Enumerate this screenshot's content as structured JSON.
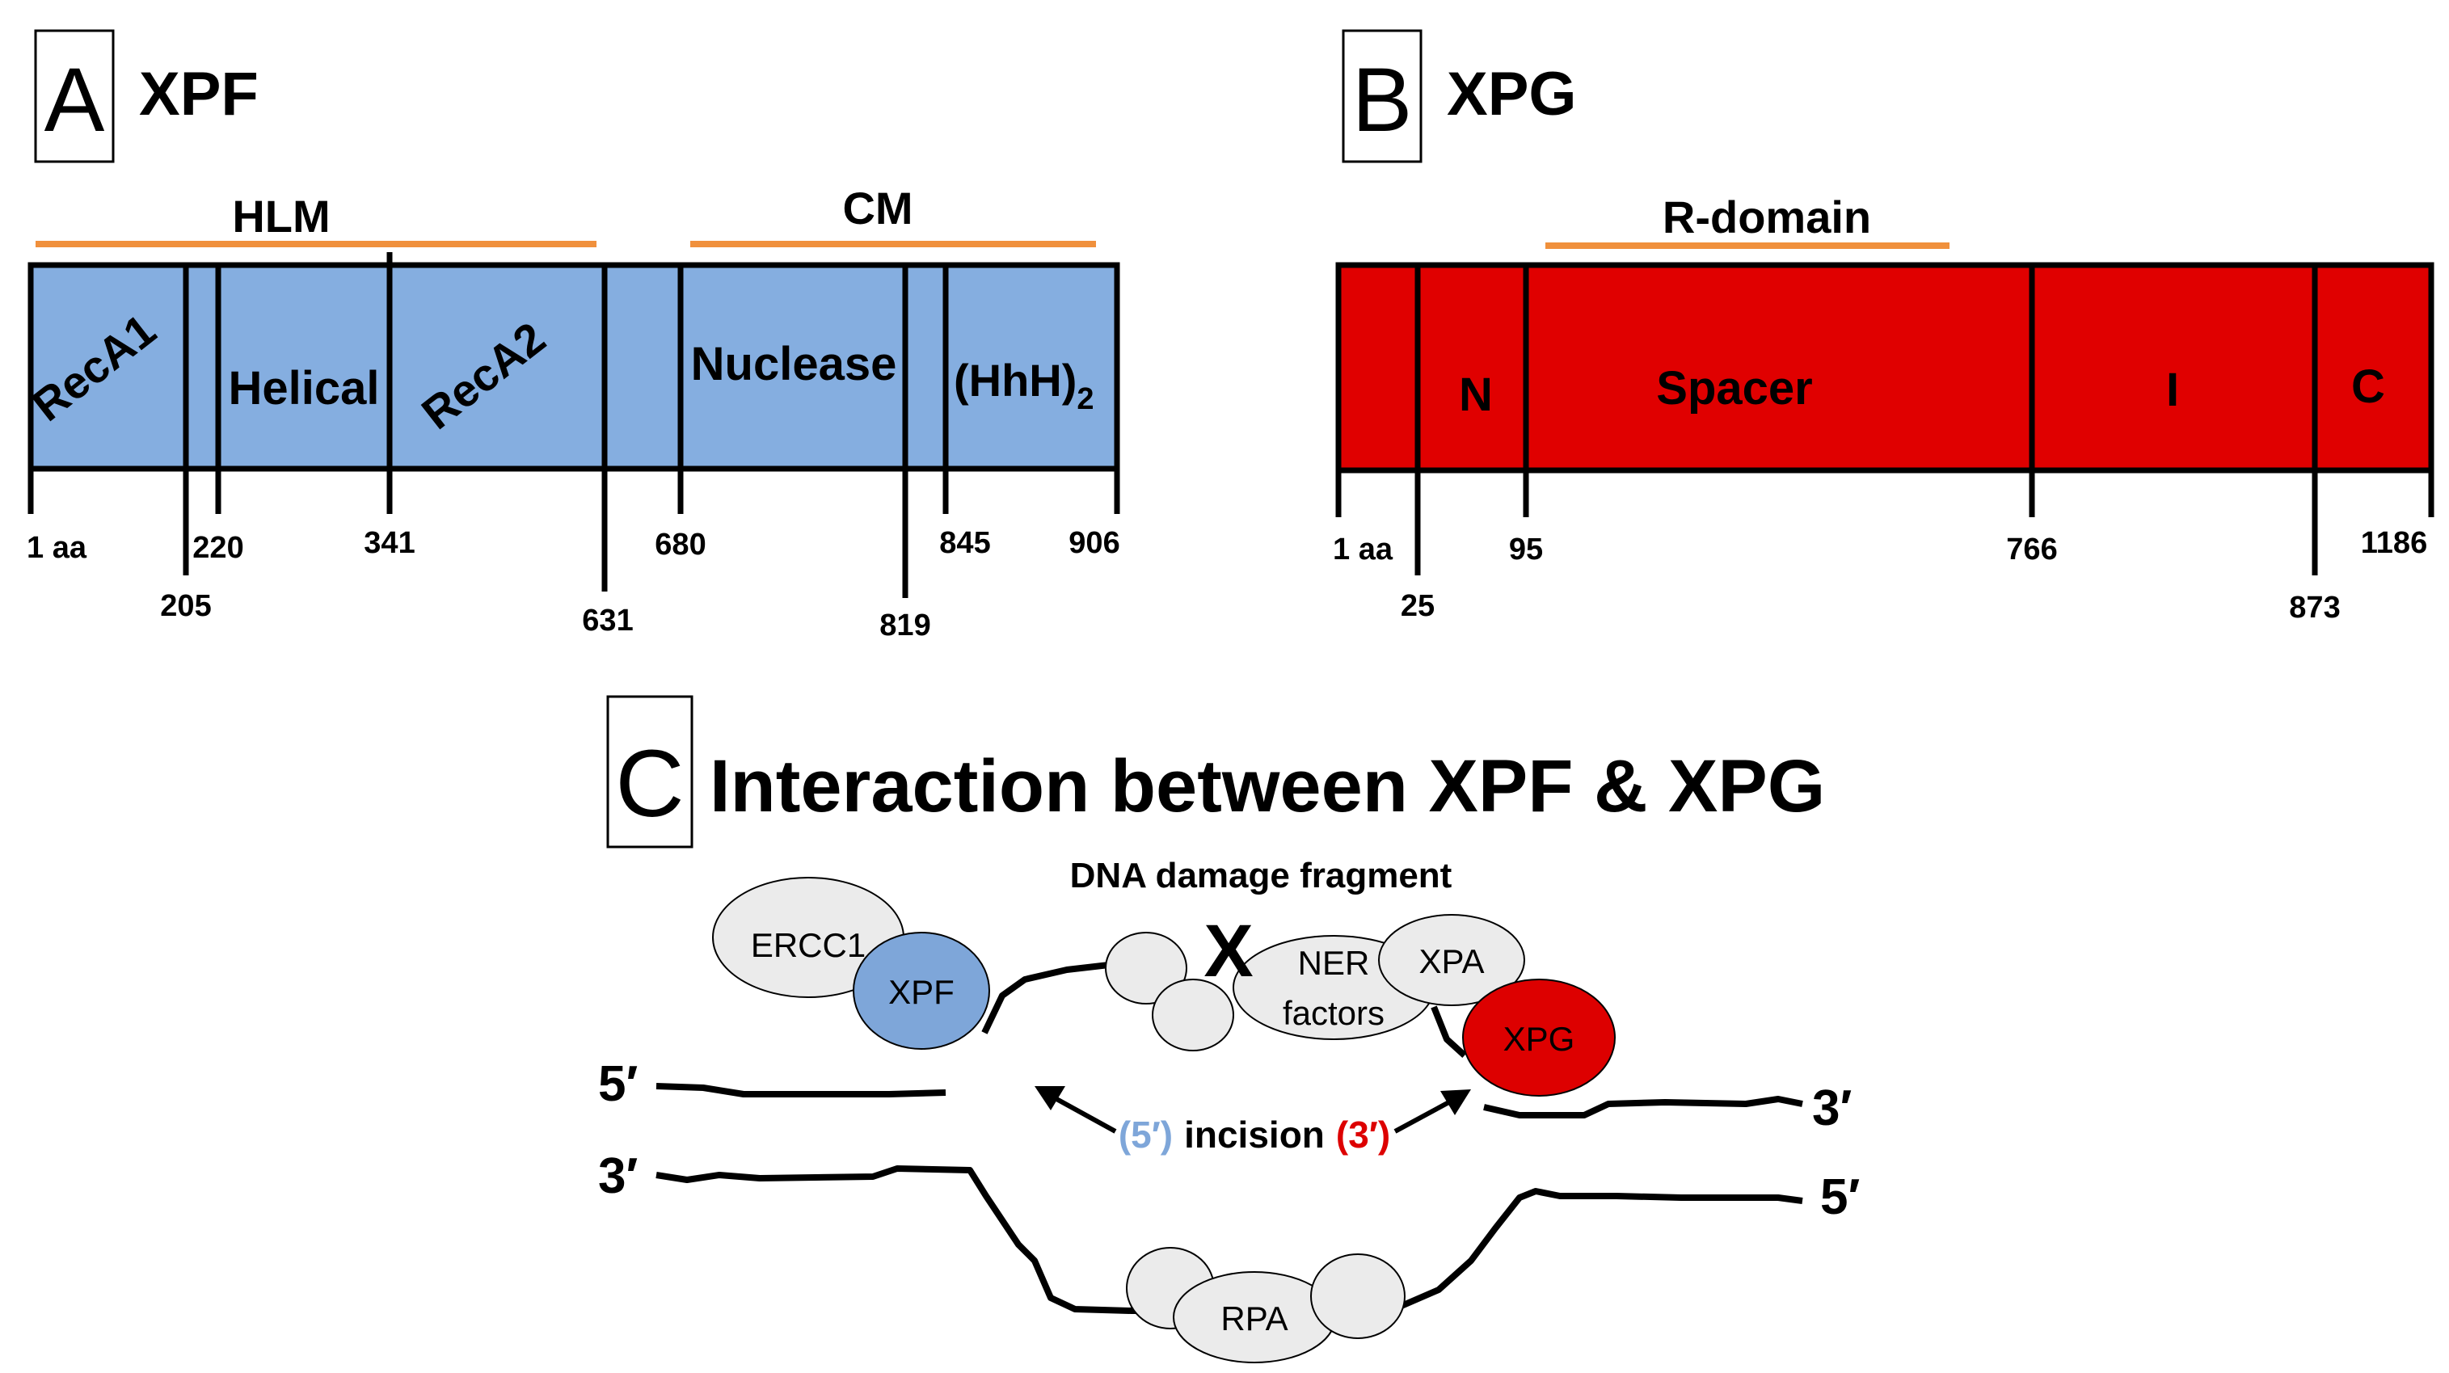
{
  "panelA": {
    "letter": "A",
    "title": "XPF",
    "groups": {
      "hlm": "HLM",
      "cm": "CM"
    },
    "domains": {
      "reca1": "RecA1",
      "helical": "Helical",
      "reca2": "RecA2",
      "nuclease": "Nuclease",
      "hhh": "(HhH)",
      "hhh_sub": "2"
    },
    "ticks": {
      "t1": "1 aa",
      "t205": "205",
      "t220": "220",
      "t341": "341",
      "t631": "631",
      "t680": "680",
      "t819": "819",
      "t845": "845",
      "t906": "906"
    },
    "colors": {
      "fill": "#85aee0",
      "bracket": "#f0903c"
    }
  },
  "panelB": {
    "letter": "B",
    "title": "XPG",
    "groups": {
      "rdomain": "R-domain"
    },
    "domains": {
      "n": "N",
      "spacer": "Spacer",
      "i": "I",
      "c": "C"
    },
    "ticks": {
      "t1": "1 aa",
      "t25": "25",
      "t95": "95",
      "t766": "766",
      "t873": "873",
      "t1186": "1186"
    },
    "colors": {
      "fill": "#e00000",
      "bracket": "#f0903c"
    }
  },
  "panelC": {
    "letter": "C",
    "title": "Interaction between XPF & XPG",
    "fragment_label": "DNA damage fragment",
    "damage_mark": "X",
    "proteins": {
      "ercc1": "ERCC1",
      "xpf": "XPF",
      "ner1": "NER",
      "ner2": "factors",
      "xpa": "XPA",
      "xpg": "XPG",
      "rpa": "RPA"
    },
    "ends": {
      "top_left": "5′",
      "top_right": "3′",
      "bottom_left": "3′",
      "bottom_right": "5′"
    },
    "incision": {
      "five": "(5′)",
      "word": "incision",
      "three": "(3′)"
    },
    "colors": {
      "xpf": "#7ea6d9",
      "xpg": "#dd0000",
      "neutral": "#ebebeb",
      "five_text": "#7ea6d9",
      "three_text": "#dd0000"
    }
  }
}
